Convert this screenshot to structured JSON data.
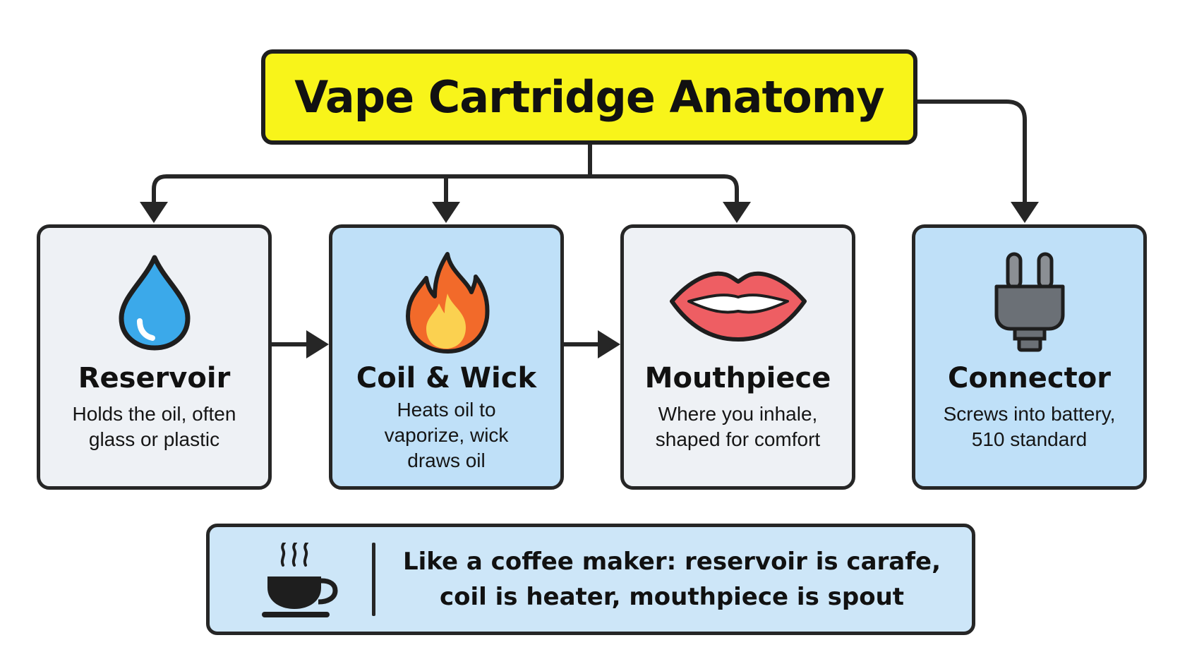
{
  "title": "Vape Cartridge Anatomy",
  "colors": {
    "title_bg": "#f8f41a",
    "card_light": "#eef1f5",
    "card_blue": "#bfe0f8",
    "outline": "#262626"
  },
  "components": [
    {
      "label": "Reservoir",
      "desc_line1": "Holds the oil, often",
      "desc_line2": "glass or plastic",
      "icon": "water-drop-icon"
    },
    {
      "label": "Coil & Wick",
      "desc_line1": "Heats oil to",
      "desc_line2": "vaporize, wick",
      "desc_line3": "draws oil",
      "icon": "flame-icon"
    },
    {
      "label": "Mouthpiece",
      "desc_line1": "Where you inhale,",
      "desc_line2": "shaped for comfort",
      "icon": "lips-icon"
    },
    {
      "label": "Connector",
      "desc_line1": "Screws into battery,",
      "desc_line2": "510 standard",
      "icon": "plug-icon"
    }
  ],
  "analogy": {
    "icon": "coffee-cup-icon",
    "line1": "Like a coffee maker: reservoir is carafe,",
    "line2": "coil is heater, mouthpiece is spout"
  }
}
